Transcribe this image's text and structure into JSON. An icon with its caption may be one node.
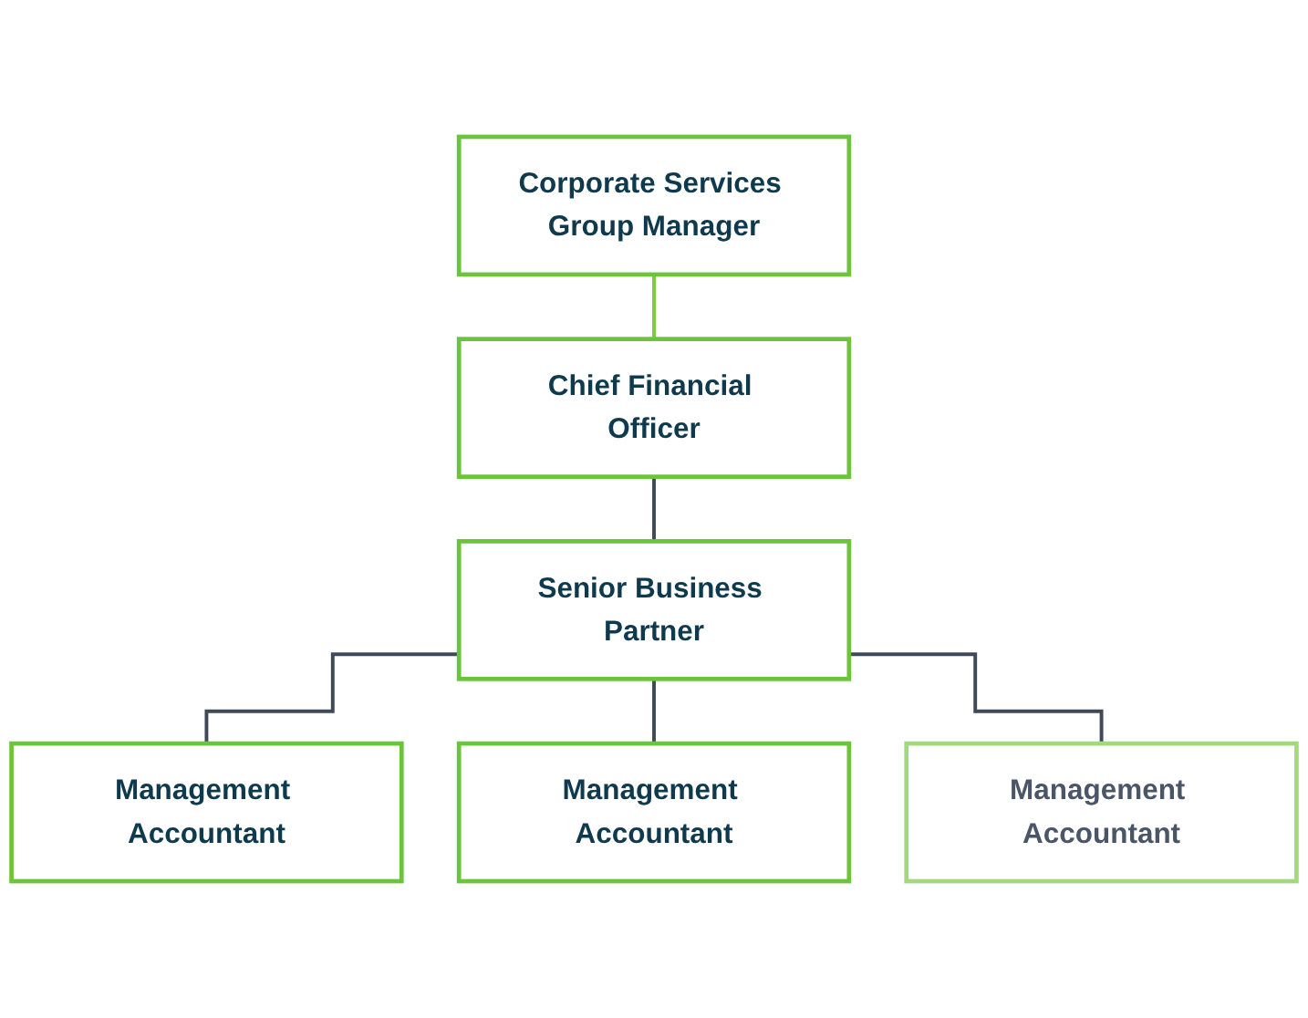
{
  "diagram": {
    "nodes": [
      {
        "text": [
          "Corporate Services Group Manager"
        ]
      },
      {
        "text": [
          "Chief Financial Officer"
        ]
      },
      {
        "text": [
          "Senior Business Partner"
        ]
      },
      {
        "text": [
          "Management Accountant"
        ]
      },
      {
        "text": [
          "Management Accountant"
        ]
      },
      {
        "text": [
          "Management Accountant"
        ]
      }
    ],
    "edges": [
      {
        "from": 0,
        "to": 1,
        "arrow": "none",
        "color": "#7ccc3c"
      },
      {
        "from": 1,
        "to": 2,
        "arrow": "none"
      },
      {
        "from": 2,
        "to": 3,
        "arrow": "none"
      },
      {
        "from": 2,
        "to": 4,
        "arrow": "none"
      },
      {
        "from": 2,
        "to": 5,
        "arrow": "none"
      }
    ]
  }
}
